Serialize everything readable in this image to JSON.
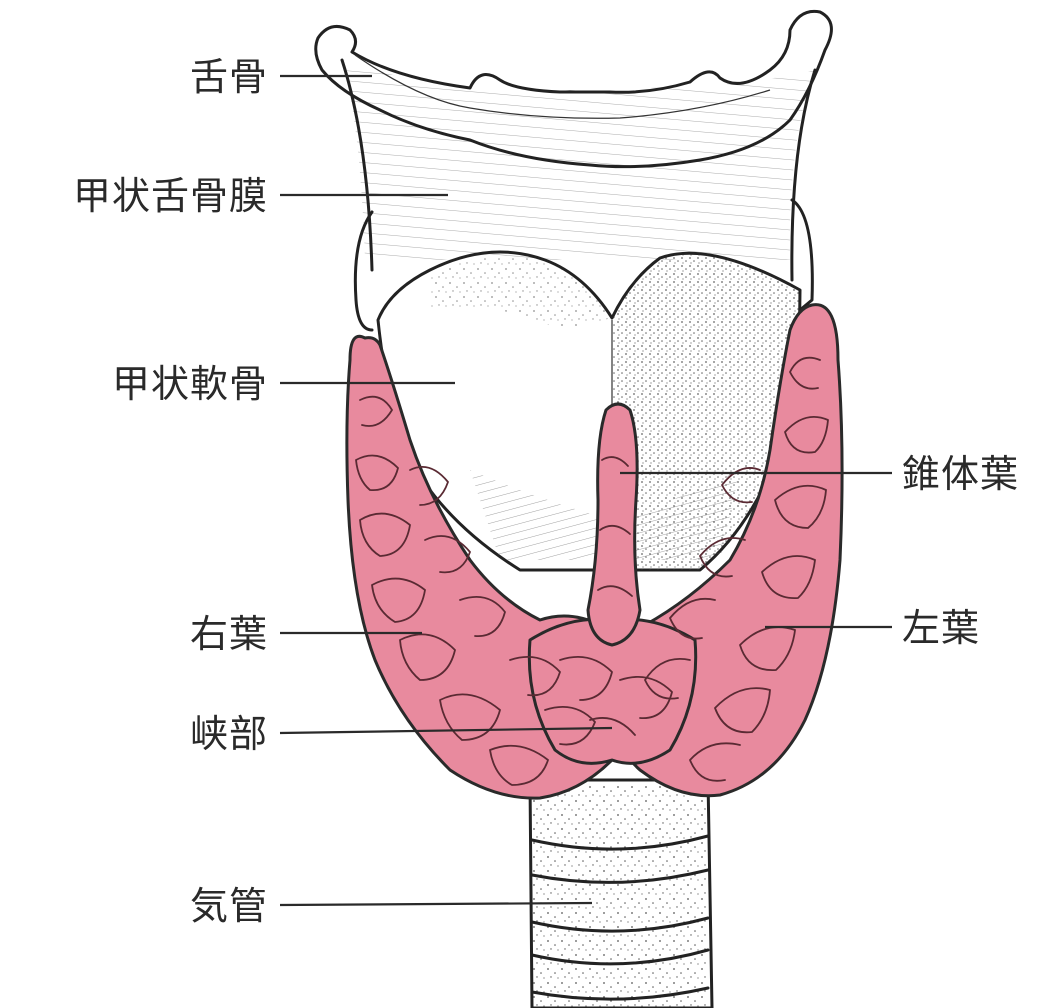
{
  "labels": {
    "hyoid": "舌骨",
    "thyrohyoid_membrane": "甲状舌骨膜",
    "thyroid_cartilage": "甲状軟骨",
    "pyramidal_lobe": "錐体葉",
    "right_lobe": "右葉",
    "left_lobe": "左葉",
    "isthmus": "峡部",
    "trachea": "気管"
  },
  "colors": {
    "thyroid": "#e88a9e",
    "outline": "#2a2a2a",
    "background": "#ffffff"
  }
}
